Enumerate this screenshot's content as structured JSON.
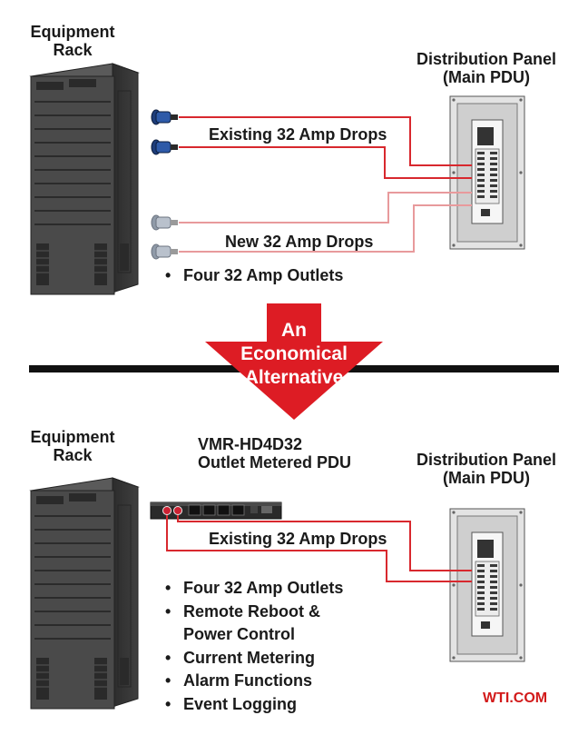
{
  "top": {
    "rack_title": [
      "Equipment",
      "Rack"
    ],
    "panel_title": [
      "Distribution Panel",
      "(Main PDU)"
    ],
    "existing_drops": "Existing 32 Amp Drops",
    "new_drops": "New 32 Amp Drops",
    "outlets": "Four 32 Amp Outlets"
  },
  "divider_arrow": [
    "An",
    "Economical",
    "Alternative"
  ],
  "bottom": {
    "rack_title": [
      "Equipment",
      "Rack"
    ],
    "pdu_title": [
      "VMR-HD4D32",
      "Outlet Metered PDU"
    ],
    "panel_title": [
      "Distribution Panel",
      "(Main PDU)"
    ],
    "existing_drops": "Existing 32 Amp Drops",
    "features": [
      "Four 32 Amp Outlets",
      "Remote Reboot &",
      "Power Control",
      "Current Metering",
      "Alarm Functions",
      "Event Logging"
    ]
  },
  "brand": "WTI.COM",
  "colors": {
    "cable_red": "#d8282e",
    "arrow_red": "#dd1c24",
    "rack_dark": "#3d3d3d",
    "panel_gray": "#cfcfcf"
  },
  "icons": [
    "server-rack",
    "distribution-panel",
    "power-plug",
    "rack-pdu"
  ]
}
